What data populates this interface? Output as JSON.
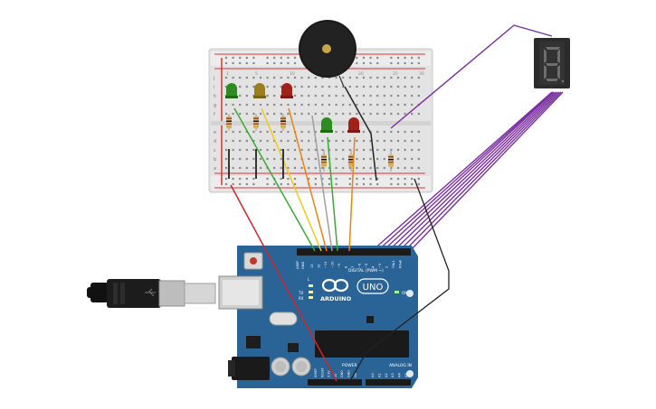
{
  "arduino": {
    "board_name": "ARDUINO",
    "model": "UNO",
    "digital_header": "DIGITAL (PWM ~)",
    "power_label": "POWER",
    "analog_label": "ANALOG IN",
    "on_label": "ON",
    "tx_label": "TX",
    "rx_label": "RX",
    "l_label": "L",
    "aref_label": "AREF",
    "gnd_label": "GND",
    "digital_pins": [
      "13",
      "12",
      "~11",
      "~10",
      "~9",
      "8",
      "7",
      "~6",
      "~5",
      "4",
      "~3",
      "2",
      "TX▸1",
      "RX◂0"
    ],
    "power_pins": [
      "IOREF",
      "RESET",
      "3.3V",
      "5V",
      "GND",
      "GND",
      "Vin"
    ],
    "analog_pins": [
      "A0",
      "A1",
      "A2",
      "A3",
      "A4",
      "A5"
    ]
  },
  "breadboard": {
    "row_letters_top": [
      "j",
      "i",
      "h",
      "g",
      "f"
    ],
    "row_letters_bottom": [
      "e",
      "d",
      "c",
      "b",
      "a"
    ],
    "column_numbers": [
      "1",
      "5",
      "10",
      "15",
      "20",
      "25",
      "30"
    ]
  },
  "components": {
    "leds": [
      {
        "name": "led-green-1",
        "color": "#2e8b1f"
      },
      {
        "name": "led-yellow",
        "color": "#9a7d1e"
      },
      {
        "name": "led-red-1",
        "color": "#a0201a"
      },
      {
        "name": "led-green-2",
        "color": "#2e8b1f"
      },
      {
        "name": "led-red-2",
        "color": "#a0201a"
      }
    ],
    "seven_segment_digit": "8",
    "buzzer_color": "#1a1a1a"
  },
  "colors": {
    "board_blue": "#2a6496",
    "wire_purple": "#7b2fa0",
    "wire_red": "#d0252a",
    "wire_green": "#3aaa35",
    "wire_yellow": "#f2c81c",
    "wire_orange": "#f0820f",
    "wire_gray": "#a0a0a0",
    "wire_black": "#222222"
  }
}
